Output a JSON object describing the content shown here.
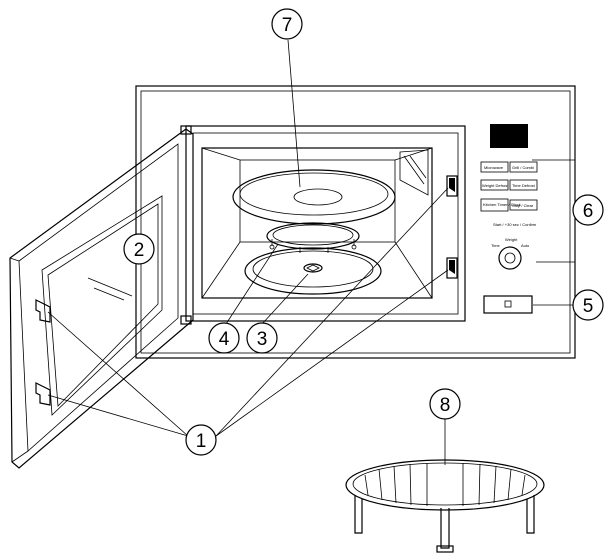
{
  "callouts": [
    {
      "label": "1"
    },
    {
      "label": "2"
    },
    {
      "label": "3"
    },
    {
      "label": "4"
    },
    {
      "label": "5"
    },
    {
      "label": "6"
    },
    {
      "label": "7"
    },
    {
      "label": "8"
    }
  ],
  "control_panel": {
    "buttons": [
      {
        "label": "Microwave"
      },
      {
        "label": "Grill / Combi"
      },
      {
        "label": "Weight Defrost"
      },
      {
        "label": "Time Defrost"
      },
      {
        "label": "Kitchen Timer / Clock"
      },
      {
        "label": "Stop / Clear"
      }
    ],
    "start_label": "Start / +30 sec / Confirm",
    "dial_labels": [
      "Time",
      "Weight",
      "Auto"
    ]
  }
}
